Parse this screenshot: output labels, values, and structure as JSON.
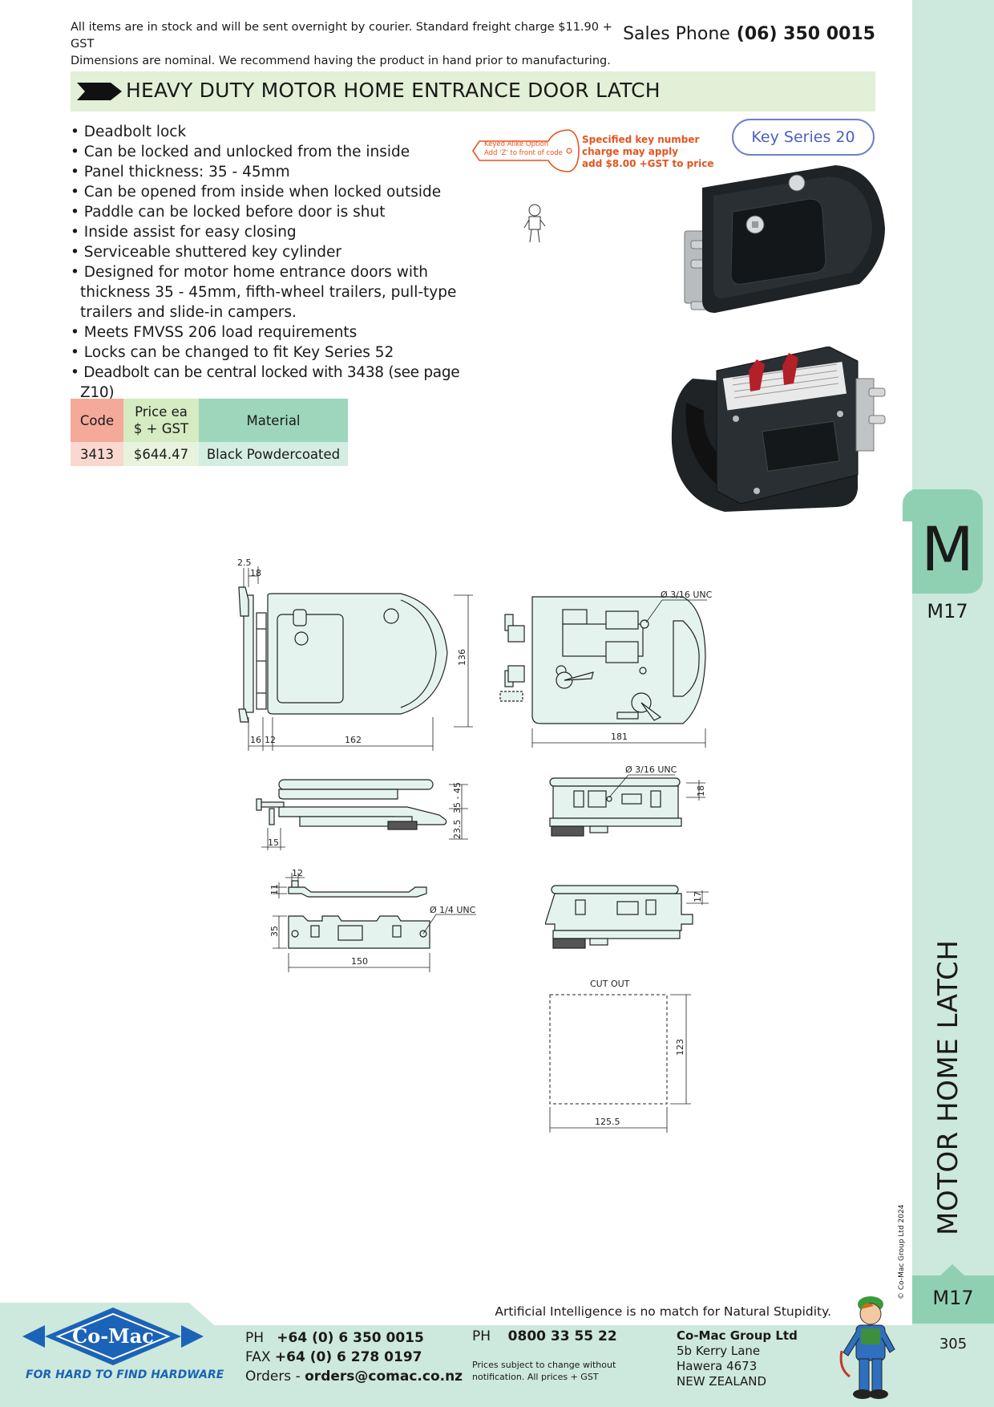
{
  "header": {
    "notice_line1": "All items are in stock and will be sent overnight by courier. Standard freight charge $11.90 + GST",
    "notice_line2": "Dimensions are nominal. We recommend having the product in hand prior to manufacturing.",
    "sales_label": "Sales Phone",
    "sales_phone": "(06) 350 0015"
  },
  "title": "HEAVY DUTY MOTOR HOME ENTRANCE DOOR LATCH",
  "features": [
    "Deadbolt lock",
    "Can be locked and unlocked from the inside",
    "Panel thickness: 35 - 45mm",
    "Can be opened from inside when locked outside",
    "Paddle can be locked before door is shut",
    "Inside assist for easy closing",
    "Serviceable shuttered key cylinder",
    "Designed for motor home entrance doors with thickness 35 - 45mm, fifth-wheel trailers, pull-type trailers and slide-in campers.",
    "Meets FMVSS 206 load requirements",
    "Locks can be changed to fit Key Series 52",
    "Deadbolt can be central locked with 3438 (see page Z10)"
  ],
  "key_series": "Key Series 20",
  "keyed_alike": {
    "line1": "Keyed Alike Option",
    "line2": "Add 'Z' to front of code",
    "spec1": "Specified key number",
    "spec2": "charge may apply",
    "spec3": "add $8.00 +GST to price"
  },
  "table": {
    "headers": {
      "code": "Code",
      "price_line1": "Price ea",
      "price_line2": "$ + GST",
      "material": "Material"
    },
    "rows": [
      {
        "code": "3413",
        "price": "$644.47",
        "material": "Black Powdercoated"
      }
    ]
  },
  "drawing_labels": {
    "d2_5": "2.5",
    "d18a": "18",
    "d136": "136",
    "d16": "16",
    "d12a": "12",
    "d162": "162",
    "unc1": "Ø 3/16 UNC",
    "d181": "181",
    "d35_45": "35 - 45",
    "d23_5": "23.5",
    "d15": "15",
    "unc2": "Ø 3/16 UNC",
    "d18b": "18",
    "d12b": "12",
    "d11": "11",
    "d35": "35",
    "unc3": "Ø 1/4 UNC",
    "d150": "150",
    "d17": "17",
    "cutout": "CUT OUT",
    "d123": "123",
    "d125_5": "125.5"
  },
  "sidebar": {
    "letter": "M",
    "code": "M17",
    "vertical": "MOTOR HOME LATCH",
    "bottom_code": "M17",
    "page_number": "305",
    "copyright": "© Co-Mac Group Ltd 2024"
  },
  "footer": {
    "tagline": "Artificial Intelligence is no match for Natural Stupidity.",
    "logo_text": "Co-Mac",
    "logo_tagline": "FOR HARD TO FIND HARDWARE",
    "ph_label": "PH",
    "ph": "+64 (0) 6 350 0015",
    "fax_label": "FAX",
    "fax": "+64 (0) 6 278 0197",
    "orders_label": "Orders -",
    "orders": "orders@comac.co.nz",
    "ph2_label": "PH",
    "ph2": "0800 33 55 22",
    "small1": "Prices subject to change without",
    "small2": "notification. All prices + GST",
    "company": "Co-Mac Group Ltd",
    "addr1": "5b Kerry Lane",
    "addr2": "Hawera 4673",
    "addr3": "NEW ZEALAND"
  }
}
